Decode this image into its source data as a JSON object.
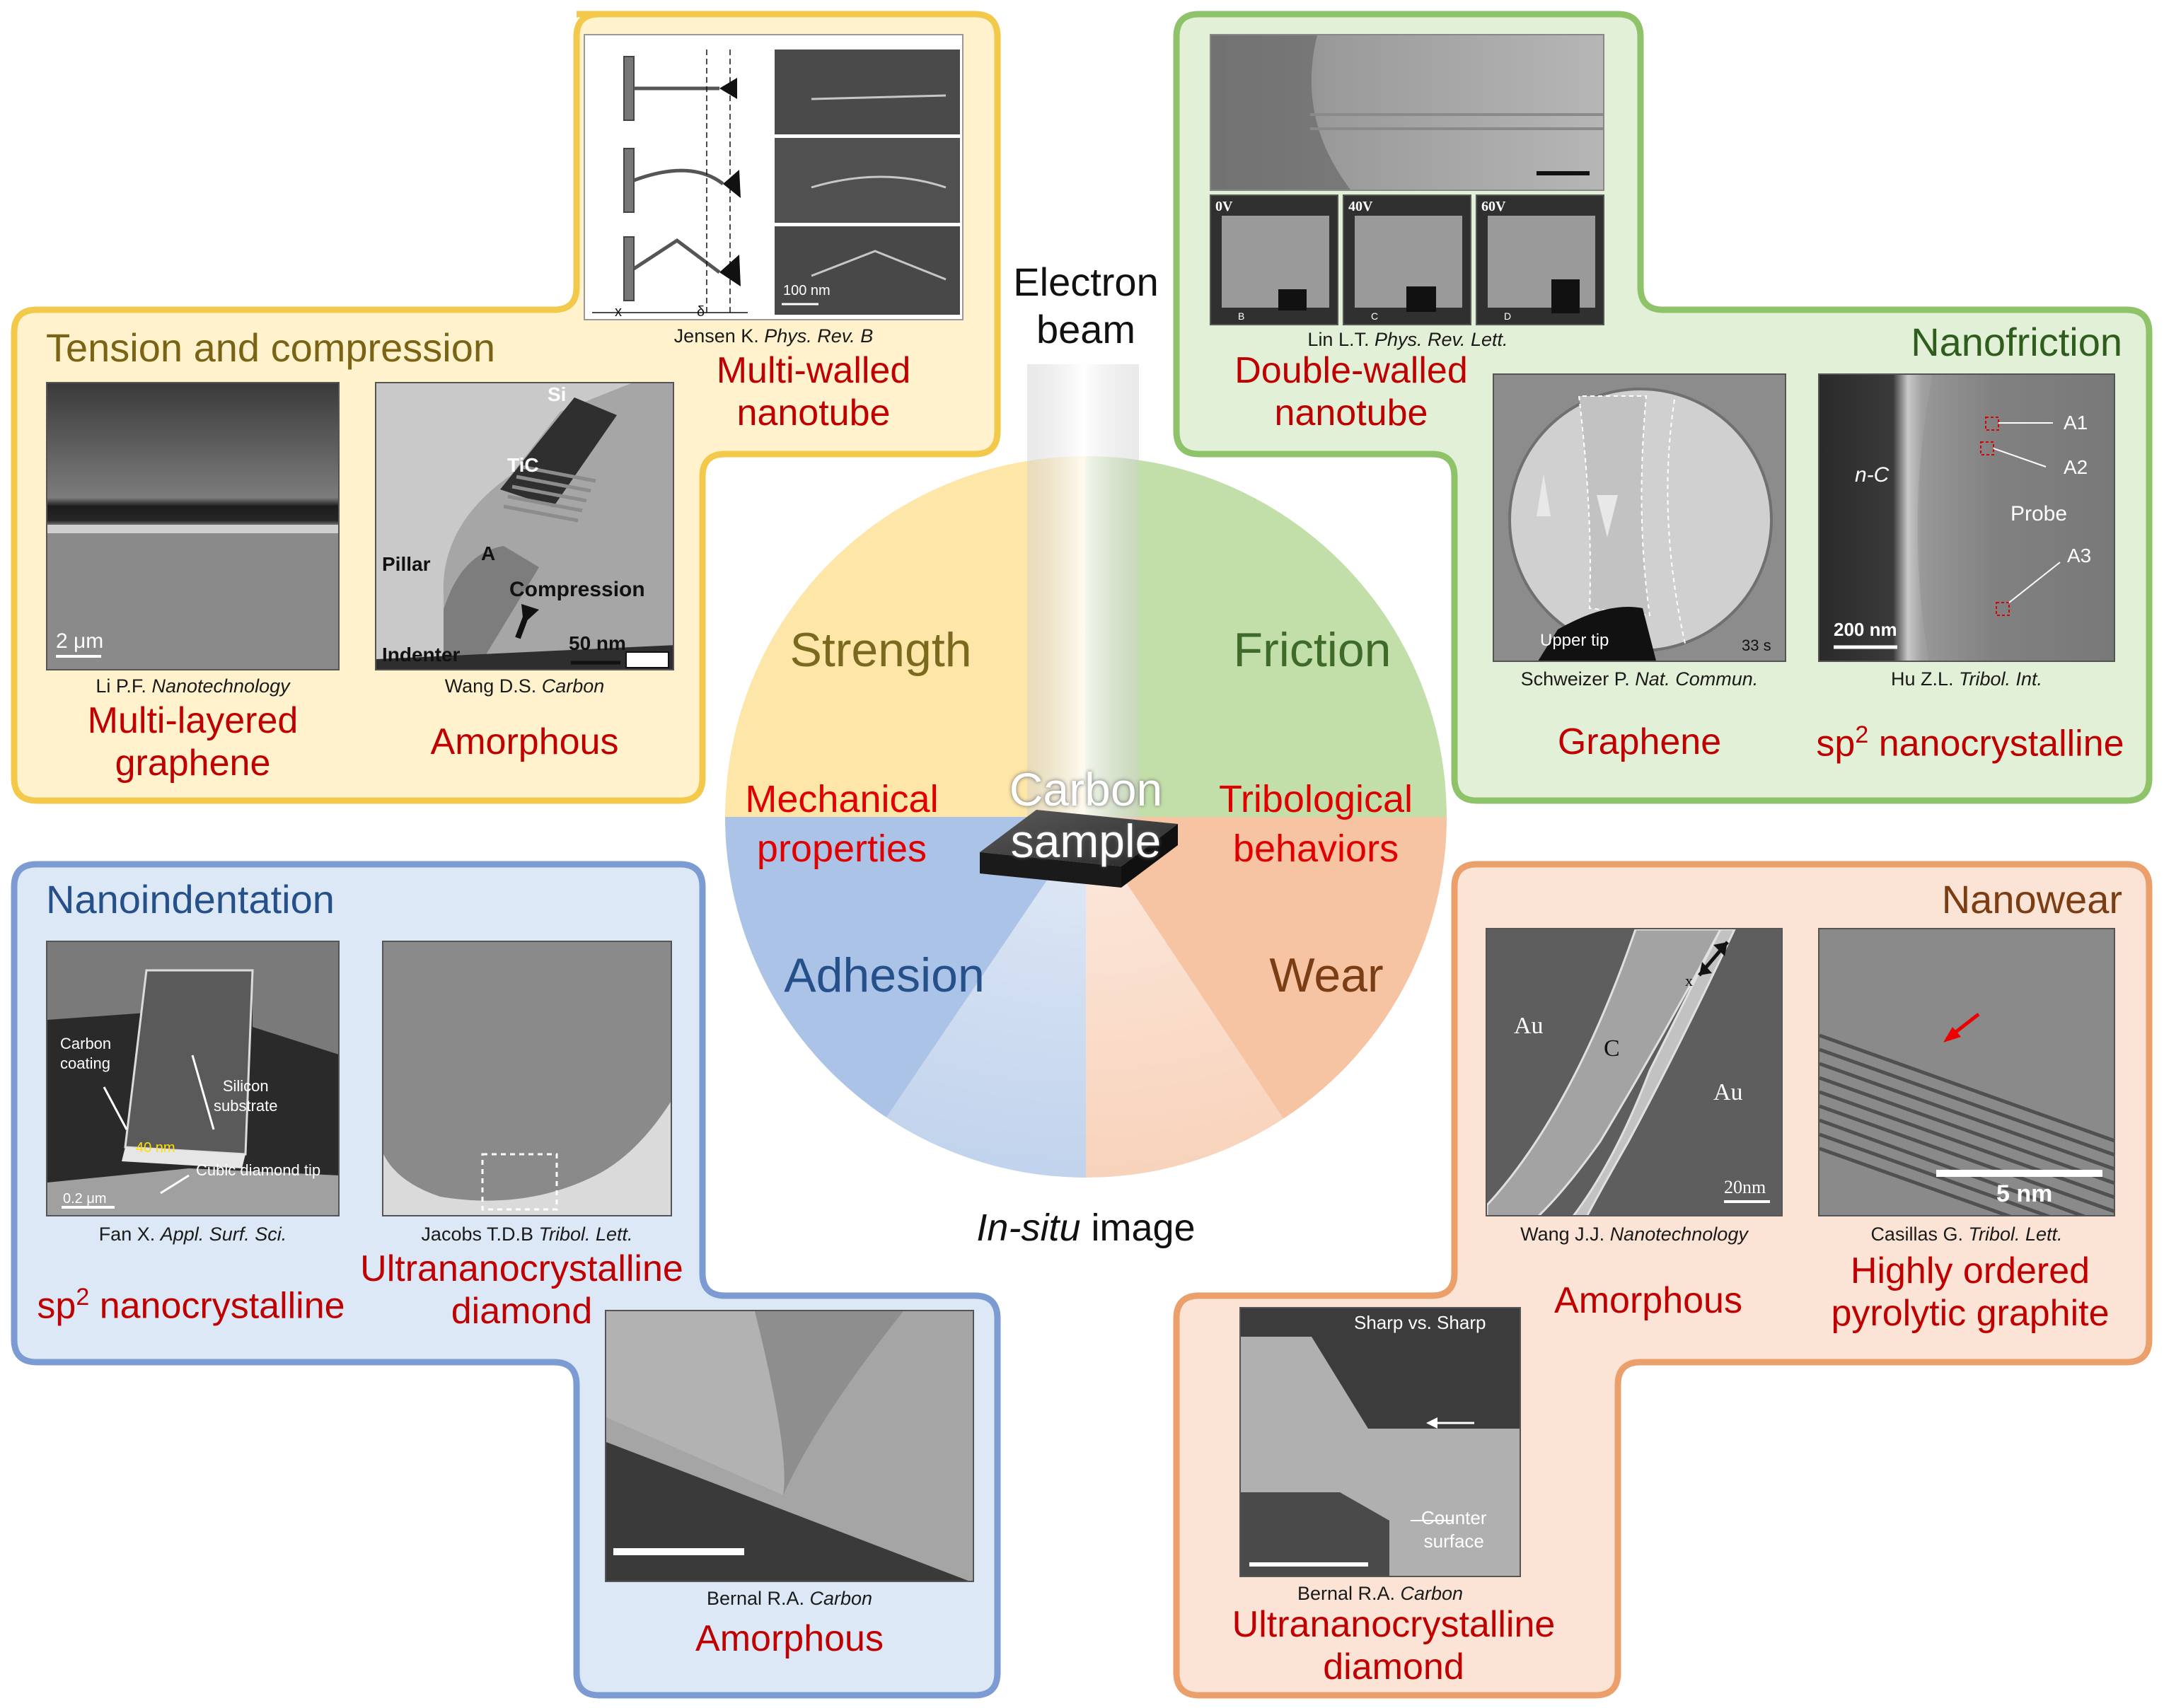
{
  "colors": {
    "strength": "#fce6a6",
    "friction": "#c3dfa9",
    "adhesion": "#a9c2e5",
    "wear": "#f6c2a1",
    "yellow_border": "#f3c94c",
    "green_border": "#8ec36a",
    "blue_border": "#7c9bd3",
    "orange_border": "#eb9f6a",
    "category_text": "#c00000"
  },
  "center": {
    "electron_beam": [
      "Electron",
      "beam"
    ],
    "carbon_sample": [
      "Carbon",
      "sample"
    ],
    "in_situ_image": {
      "italic": "In-situ",
      "rest": " image"
    },
    "quadrants": {
      "strength": "Strength",
      "friction": "Friction",
      "adhesion": "Adhesion",
      "wear": "Wear"
    },
    "mechanical": [
      "Mechanical",
      "properties"
    ],
    "tribological": [
      "Tribological",
      "behaviors"
    ]
  },
  "tension": {
    "heading": "Tension and compression",
    "panels": [
      {
        "ref_author": "Li P.F. ",
        "ref_journal": "Nanotechnology",
        "category": [
          "Multi-layered",
          "graphene"
        ],
        "scale": "2 μm"
      },
      {
        "ref_author": "Wang D.S. ",
        "ref_journal": "Carbon",
        "category": [
          "Amorphous"
        ],
        "labels": {
          "si": "Si",
          "tic": "TiC",
          "a": "A",
          "pillar": "Pillar",
          "compression": "Compression",
          "indenter": "Indenter",
          "scale": "50 nm"
        }
      },
      {
        "ref_author": "Jensen K. ",
        "ref_journal": "Phys. Rev. B",
        "category": [
          "Multi-walled",
          "nanotube"
        ],
        "scale": "100 nm",
        "axis": {
          "x": "x",
          "delta": "δ"
        }
      }
    ]
  },
  "nanofriction": {
    "heading": "Nanofriction",
    "panels": [
      {
        "ref_author": "Lin L.T. ",
        "ref_journal": "Phys. Rev. Lett.",
        "category": [
          "Double-walled",
          "nanotube"
        ],
        "voltages": [
          "0V",
          "40V",
          "60V"
        ],
        "frames": [
          "B",
          "C",
          "D"
        ]
      },
      {
        "ref_author": "Schweizer P. ",
        "ref_journal": "Nat. Commun.",
        "category": [
          "Graphene"
        ],
        "labels": {
          "tip": "Upper tip",
          "time": "33 s"
        }
      },
      {
        "ref_author": "Hu Z.L. ",
        "ref_journal": "Tribol. Int.",
        "category_main": "sp",
        "category_sup": "2",
        "category_rest": " nanocrystalline",
        "labels": {
          "nc": "n-C",
          "a1": "A1",
          "a2": "A2",
          "a3": "A3",
          "probe": "Probe",
          "scale": "200 nm"
        }
      }
    ]
  },
  "nanoindentation": {
    "heading": "Nanoindentation",
    "panels": [
      {
        "ref_author": "Fan X. ",
        "ref_journal": "Appl. Surf. Sci.",
        "category_main": "sp",
        "category_sup": "2",
        "category_rest": " nanocrystalline",
        "labels": {
          "coating": "Carbon\ncoating",
          "substrate": "Silicon\nsubstrate",
          "diamond": "Cubic diamond tip",
          "thick": "40 nm",
          "scale": "0.2 μm"
        }
      },
      {
        "ref_author": "Jacobs T.D.B ",
        "ref_journal": "Tribol. Lett.",
        "category": [
          "Ultrananocrystalline",
          "diamond"
        ]
      },
      {
        "ref_author": "Bernal R.A. ",
        "ref_journal": "Carbon",
        "category": [
          "Amorphous"
        ]
      }
    ]
  },
  "nanowear": {
    "heading": "Nanowear",
    "panels": [
      {
        "ref_author": "Wang J.J. ",
        "ref_journal": "Nanotechnology",
        "category": [
          "Amorphous"
        ],
        "labels": {
          "au1": "Au",
          "au2": "Au",
          "c": "C",
          "x": "x",
          "scale": "20nm"
        }
      },
      {
        "ref_author": "Casillas G. ",
        "ref_journal": "Tribol. Lett.",
        "category": [
          "Highly ordered",
          "pyrolytic graphite"
        ],
        "labels": {
          "scale": "5 nm"
        }
      },
      {
        "ref_author": "Bernal R.A. ",
        "ref_journal": "Carbon",
        "category": [
          "Ultrananocrystalline",
          "diamond"
        ],
        "labels": {
          "sharp": "Sharp vs. Sharp",
          "counter": "Counter\nsurface"
        }
      }
    ]
  }
}
